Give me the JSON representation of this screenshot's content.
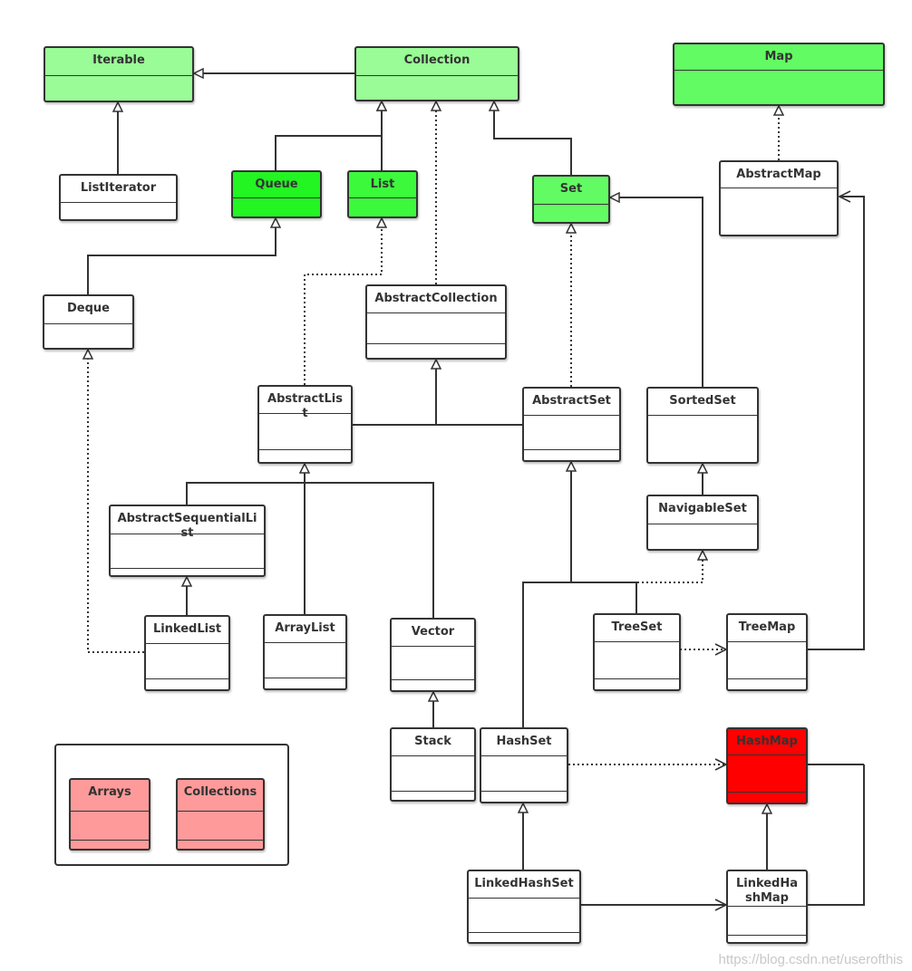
{
  "colors": {
    "interface_light": "#9afc96",
    "interface_mid": "#63fb63",
    "interface_strong": "#22f522",
    "class": "#ffffff",
    "utility": "#ff9a9a",
    "highlight": "#ff0000",
    "line": "#333333"
  },
  "classes": {
    "iterable": "Iterable",
    "collection": "Collection",
    "map": "Map",
    "list_iterator": "ListIterator",
    "queue": "Queue",
    "list": "List",
    "set": "Set",
    "abstract_map": "AbstractMap",
    "deque": "Deque",
    "abstract_collection": "AbstractCollection",
    "abstract_list": "AbstractList",
    "abstract_set": "AbstractSet",
    "sorted_set": "SortedSet",
    "navigable_set": "NavigableSet",
    "abstract_sequential_list": "AbstractSequentialList",
    "linked_list": "LinkedList",
    "array_list": "ArrayList",
    "vector": "Vector",
    "tree_set": "TreeSet",
    "tree_map": "TreeMap",
    "stack": "Stack",
    "hash_set": "HashSet",
    "hash_map": "HashMap",
    "linked_hash_set": "LinkedHashSet",
    "linked_hash_map": "LinkedHashMap"
  },
  "utilities": {
    "arrays": "Arrays",
    "collections": "Collections"
  },
  "watermark": "https://blog.csdn.net/userofthis"
}
